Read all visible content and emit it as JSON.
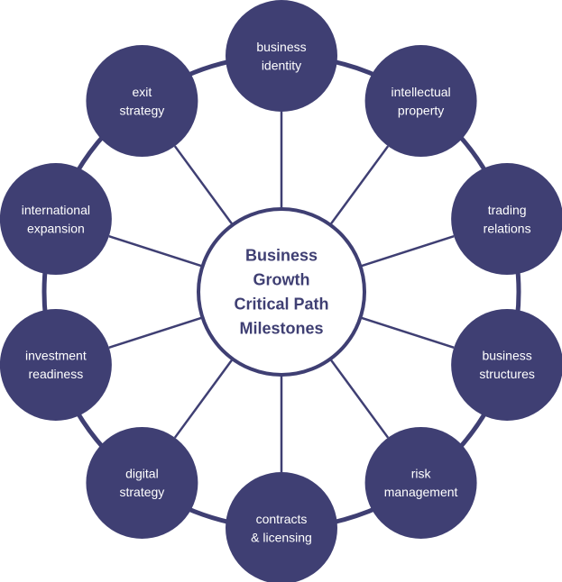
{
  "colors": {
    "node_fill": "#3f3f73",
    "ring_stroke": "#3f3f73",
    "spoke_stroke": "#3f3f73",
    "center_fill": "#ffffff",
    "center_text": "#3f3f73",
    "node_text": "#ffffff",
    "background": "#ffffff"
  },
  "center": {
    "lines": [
      "Business",
      "Growth",
      "Critical Path",
      "Milestones"
    ]
  },
  "nodes": [
    {
      "id": "business-identity",
      "lines": [
        "business",
        "identity"
      ]
    },
    {
      "id": "intellectual-property",
      "lines": [
        "intellectual",
        "property"
      ]
    },
    {
      "id": "trading-relations",
      "lines": [
        "trading",
        "relations"
      ]
    },
    {
      "id": "business-structures",
      "lines": [
        "business",
        "structures"
      ]
    },
    {
      "id": "risk-management",
      "lines": [
        "risk",
        "management"
      ]
    },
    {
      "id": "contracts-licensing",
      "lines": [
        "contracts",
        "& licensing"
      ]
    },
    {
      "id": "digital-strategy",
      "lines": [
        "digital",
        "strategy"
      ]
    },
    {
      "id": "investment-readiness",
      "lines": [
        "investment",
        "readiness"
      ]
    },
    {
      "id": "international-expansion",
      "lines": [
        "international",
        "expansion"
      ]
    },
    {
      "id": "exit-strategy",
      "lines": [
        "exit",
        "strategy"
      ]
    }
  ]
}
